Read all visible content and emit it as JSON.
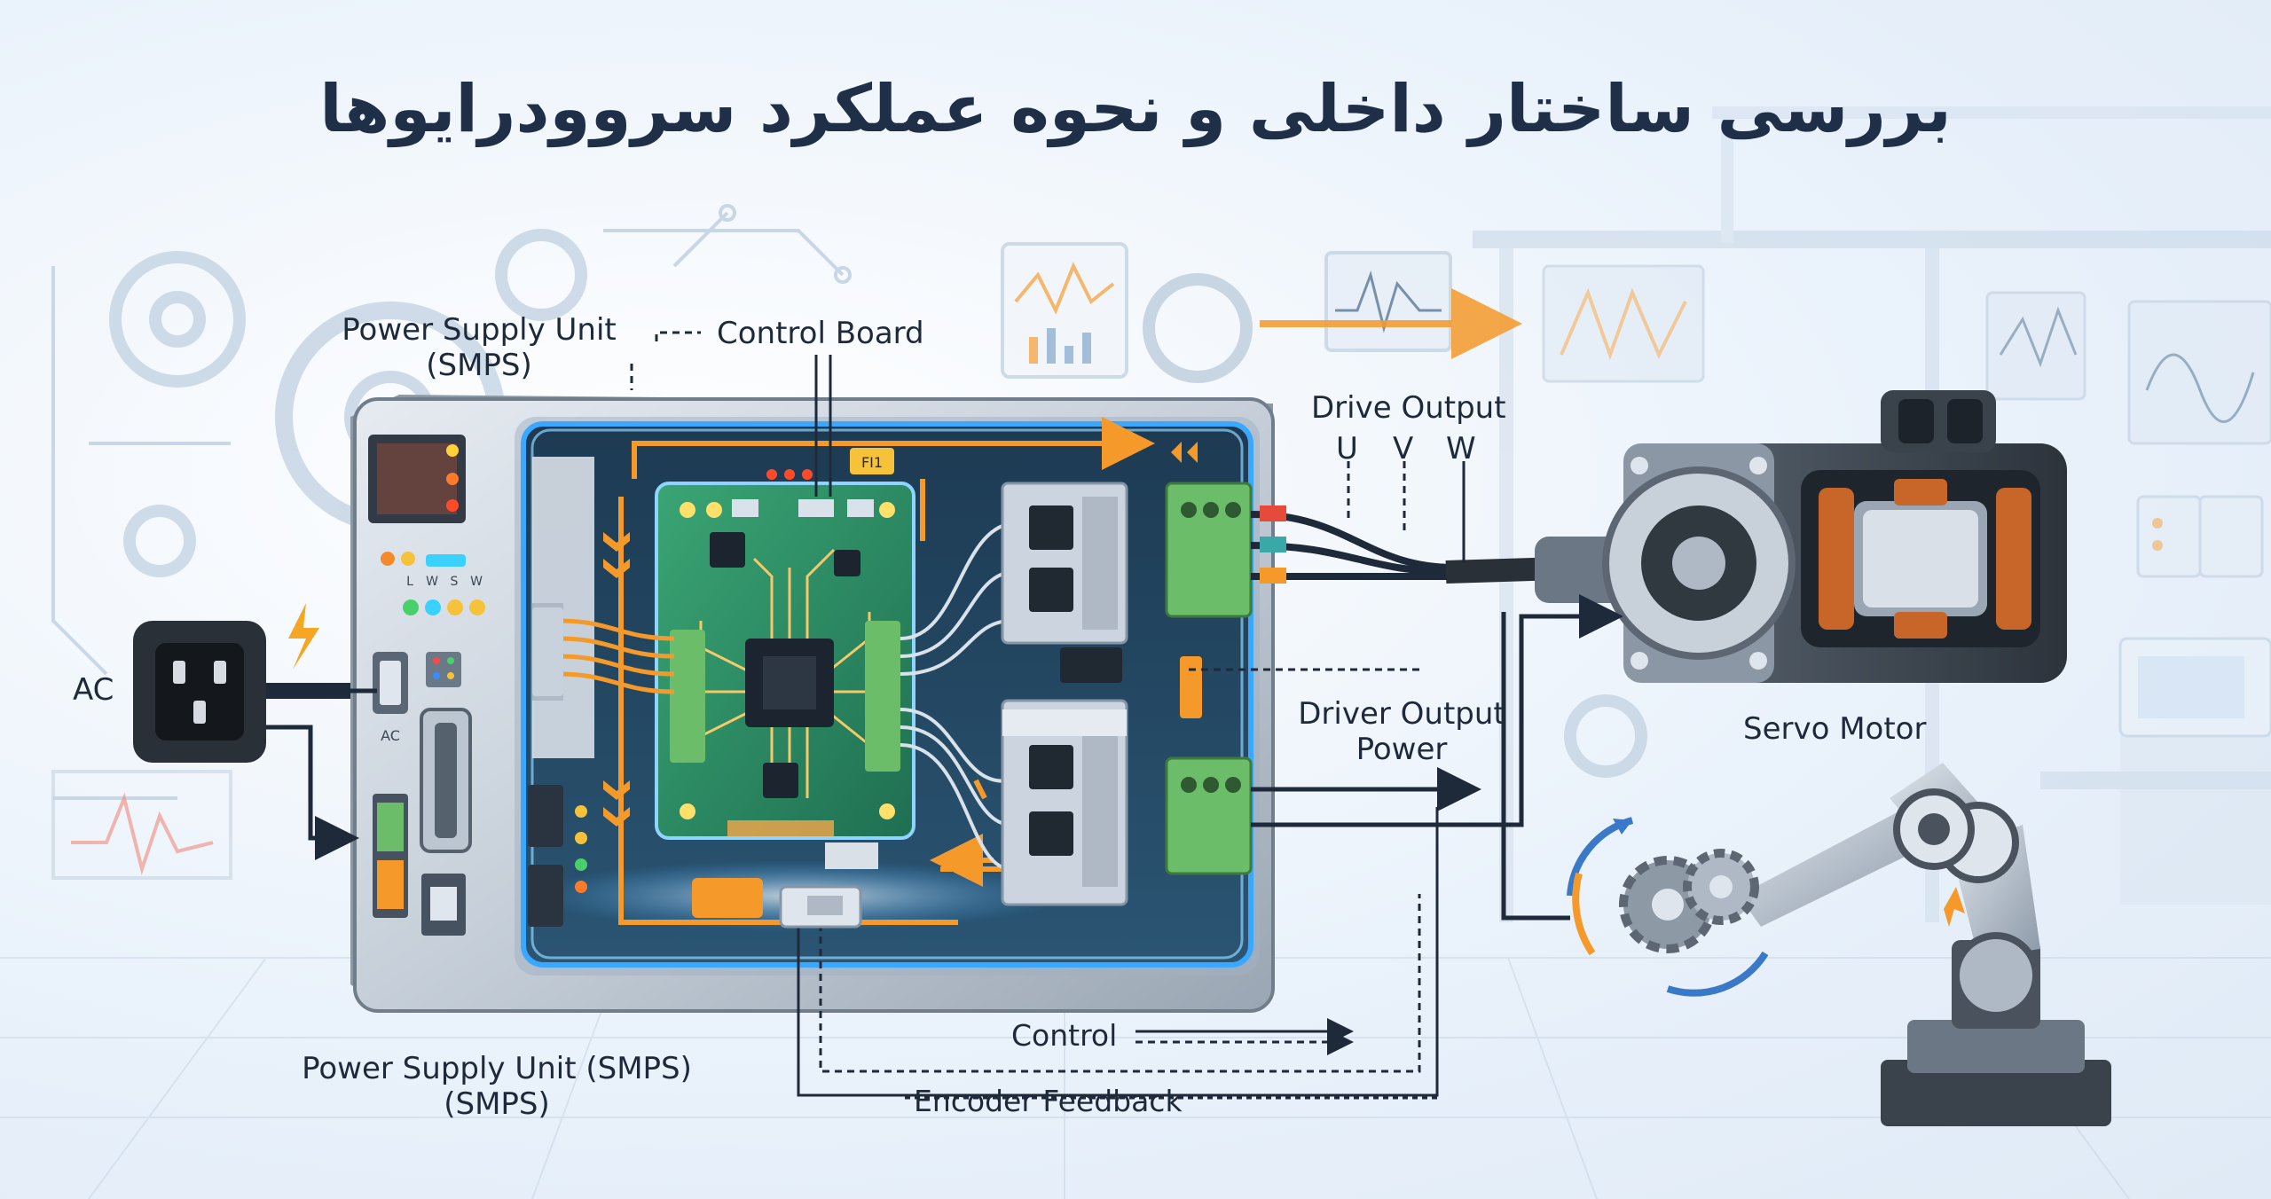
{
  "title": "بررسی ساختار داخلی و نحوه عملکرد  سروودرایوها",
  "labels": {
    "psu_top_line1": "Power Supply Unit",
    "psu_top_line2": "(SMPS)",
    "control_board": "Control Board",
    "drive_output": "Drive Output",
    "phase_u": "U",
    "phase_v": "V",
    "phase_w": "W",
    "ac": "AC",
    "driver_output_power_line1": "Driver Output",
    "driver_output_power_line2": "Power",
    "servo_motor": "Servo Motor",
    "control": "Control",
    "encoder_feedback": "Encoder Feedback",
    "psu_bottom_line1": "Power Supply Unit (SMPS)",
    "psu_bottom_line2": "(SMPS)"
  },
  "device_marks": {
    "led_labels": [
      "L",
      "W",
      "S",
      "W"
    ],
    "ac_port_label": "AC",
    "chip_label": "FI1"
  },
  "colors": {
    "accent_orange": "#f59a2a",
    "glow_blue": "#3aa8ff",
    "pcb_green": "#2f8a63",
    "terminal_green": "#6bbd6a",
    "line_dark": "#1e2a3a"
  }
}
